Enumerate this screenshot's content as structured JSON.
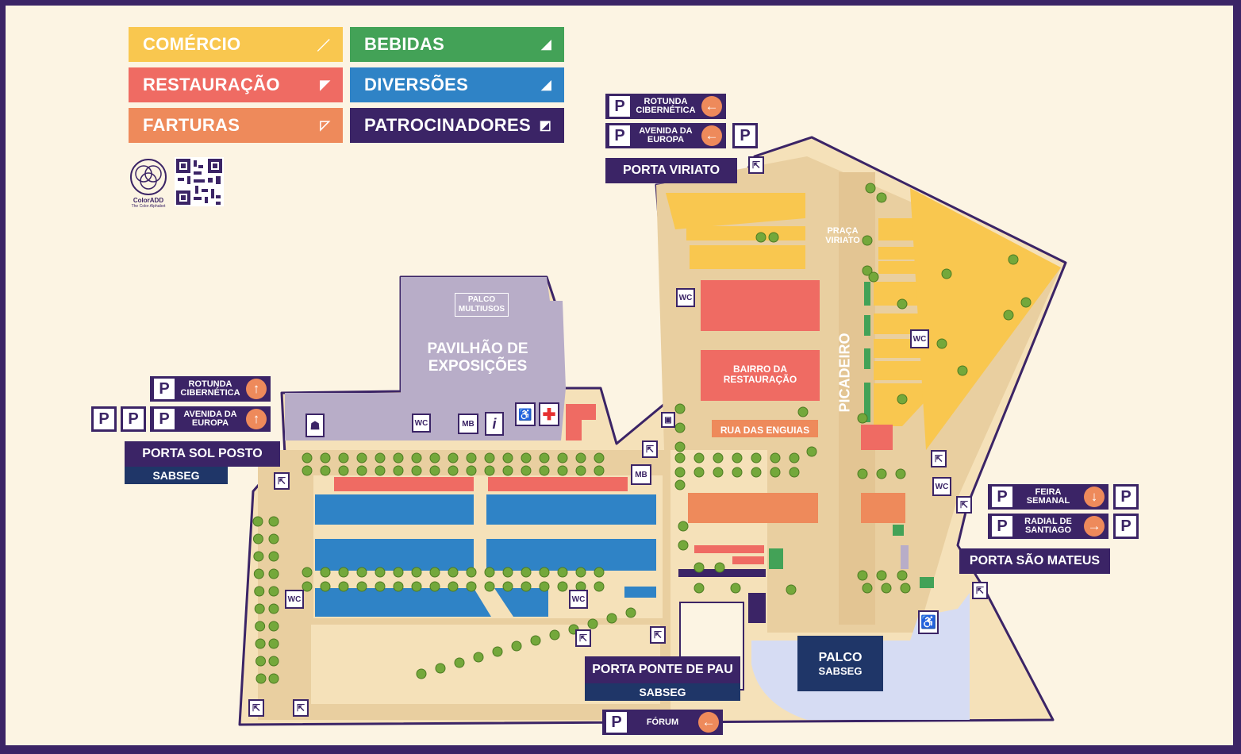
{
  "colors": {
    "comercio": "#f9c74f",
    "bebidas": "#43a257",
    "restauracao": "#ef6b63",
    "diversoes": "#2f83c6",
    "farturas": "#ee8a5b",
    "patrocinadores": "#3b2466",
    "path": "#e9cfa0",
    "ground": "#f5e1b9",
    "pavilion": "#b8adc8",
    "stage_area": "#d6dcf3",
    "tree": "#74a83b"
  },
  "legend": [
    {
      "label": "COMÉRCIO",
      "color": "#f9c74f",
      "symbol": "／"
    },
    {
      "label": "BEBIDAS",
      "color": "#43a257",
      "symbol": "◢"
    },
    {
      "label": "RESTAURAÇÃO",
      "color": "#ef6b63",
      "symbol": "◤"
    },
    {
      "label": "DIVERSÕES",
      "color": "#2f83c6",
      "symbol": "◢"
    },
    {
      "label": "FARTURAS",
      "color": "#ee8a5b",
      "symbol": "◸"
    },
    {
      "label": "PATROCINADORES",
      "color": "#3b2466",
      "symbol": "◩"
    }
  ],
  "coloradd": {
    "title": "ColorADD",
    "subtitle": "The Color Alphabet"
  },
  "parking": {
    "rotunda_top": {
      "label": "ROTUNDA CIBERNÉTICA",
      "arrow": "←"
    },
    "avenida_top": {
      "label": "AVENIDA DA EUROPA",
      "arrow": "←"
    },
    "rotunda_left": {
      "label": "ROTUNDA CIBERNÉTICA",
      "arrow": "↑"
    },
    "avenida_left": {
      "label": "AVENIDA DA EUROPA",
      "arrow": "↑"
    },
    "feira": {
      "label": "FEIRA SEMANAL",
      "arrow": "↓"
    },
    "radial": {
      "label": "RADIAL DE SANTIAGO",
      "arrow": "→"
    },
    "forum": {
      "label": "FÓRUM",
      "arrow": "←"
    }
  },
  "gates": {
    "viriato": "PORTA VIRIATO",
    "sol_posto": "PORTA SOL POSTO",
    "ponte_pau": "PORTA PONTE DE PAU",
    "sao_mateus": "PORTA SÃO MATEUS"
  },
  "sponsor": "SABSEG",
  "areas": {
    "palco_multiusos": "PALCO MULTIUSOS",
    "pavilhao": "PAVILHÃO DE EXPOSIÇÕES",
    "praca_viriato": "PRAÇA VIRIATO",
    "picadeiro": "PICADEIRO",
    "bairro": "BAIRRO DA RESTAURAÇÃO",
    "rua_enguias": "RUA DAS ENGUIAS",
    "palco": "PALCO"
  },
  "icons": {
    "wc": "WC",
    "mb": "MB",
    "info": "i",
    "parking": "P"
  }
}
